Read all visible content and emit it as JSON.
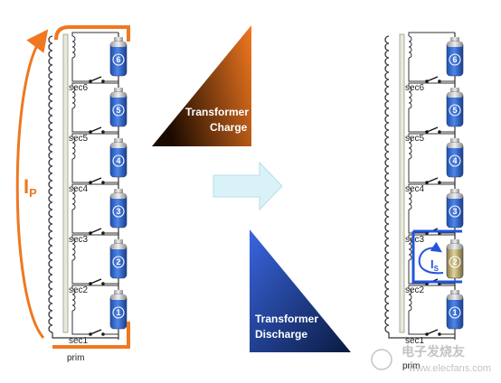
{
  "left_panel": {
    "current_label_main": "I",
    "current_label_sub": "P",
    "primary_label": "prim",
    "cells": [
      {
        "number": "6"
      },
      {
        "number": "5"
      },
      {
        "number": "4"
      },
      {
        "number": "3"
      },
      {
        "number": "2"
      },
      {
        "number": "1"
      }
    ],
    "secondaries": [
      "sec6",
      "sec5",
      "sec4",
      "sec3",
      "sec2",
      "sec1"
    ]
  },
  "charge_triangle": {
    "line1": "Transformer",
    "line2": "Charge",
    "color_dark": "#1a0a00",
    "color_light": "#f07820"
  },
  "arrow": {
    "color": "#d8f2f8"
  },
  "discharge_triangle": {
    "line1": "Transformer",
    "line2": "Discharge",
    "color_dark": "#0a1a40",
    "color_light": "#3a66e0"
  },
  "right_panel": {
    "primary_label": "prim",
    "cells": [
      {
        "number": "6"
      },
      {
        "number": "5"
      },
      {
        "number": "4"
      },
      {
        "number": "3"
      },
      {
        "number": "2"
      },
      {
        "number": "1"
      }
    ],
    "secondaries": [
      "sec6",
      "sec5",
      "sec4",
      "sec3",
      "sec2",
      "sec1"
    ],
    "current_label_main": "I",
    "current_label_sub": "S"
  },
  "watermark": {
    "brand": "电子发烧友",
    "url": "www.elecfans.com"
  },
  "colors": {
    "current_primary": "#f07820",
    "current_secondary": "#2255dd",
    "battery_blue": "#2a63c8",
    "battery_selected": "#c9b878"
  }
}
